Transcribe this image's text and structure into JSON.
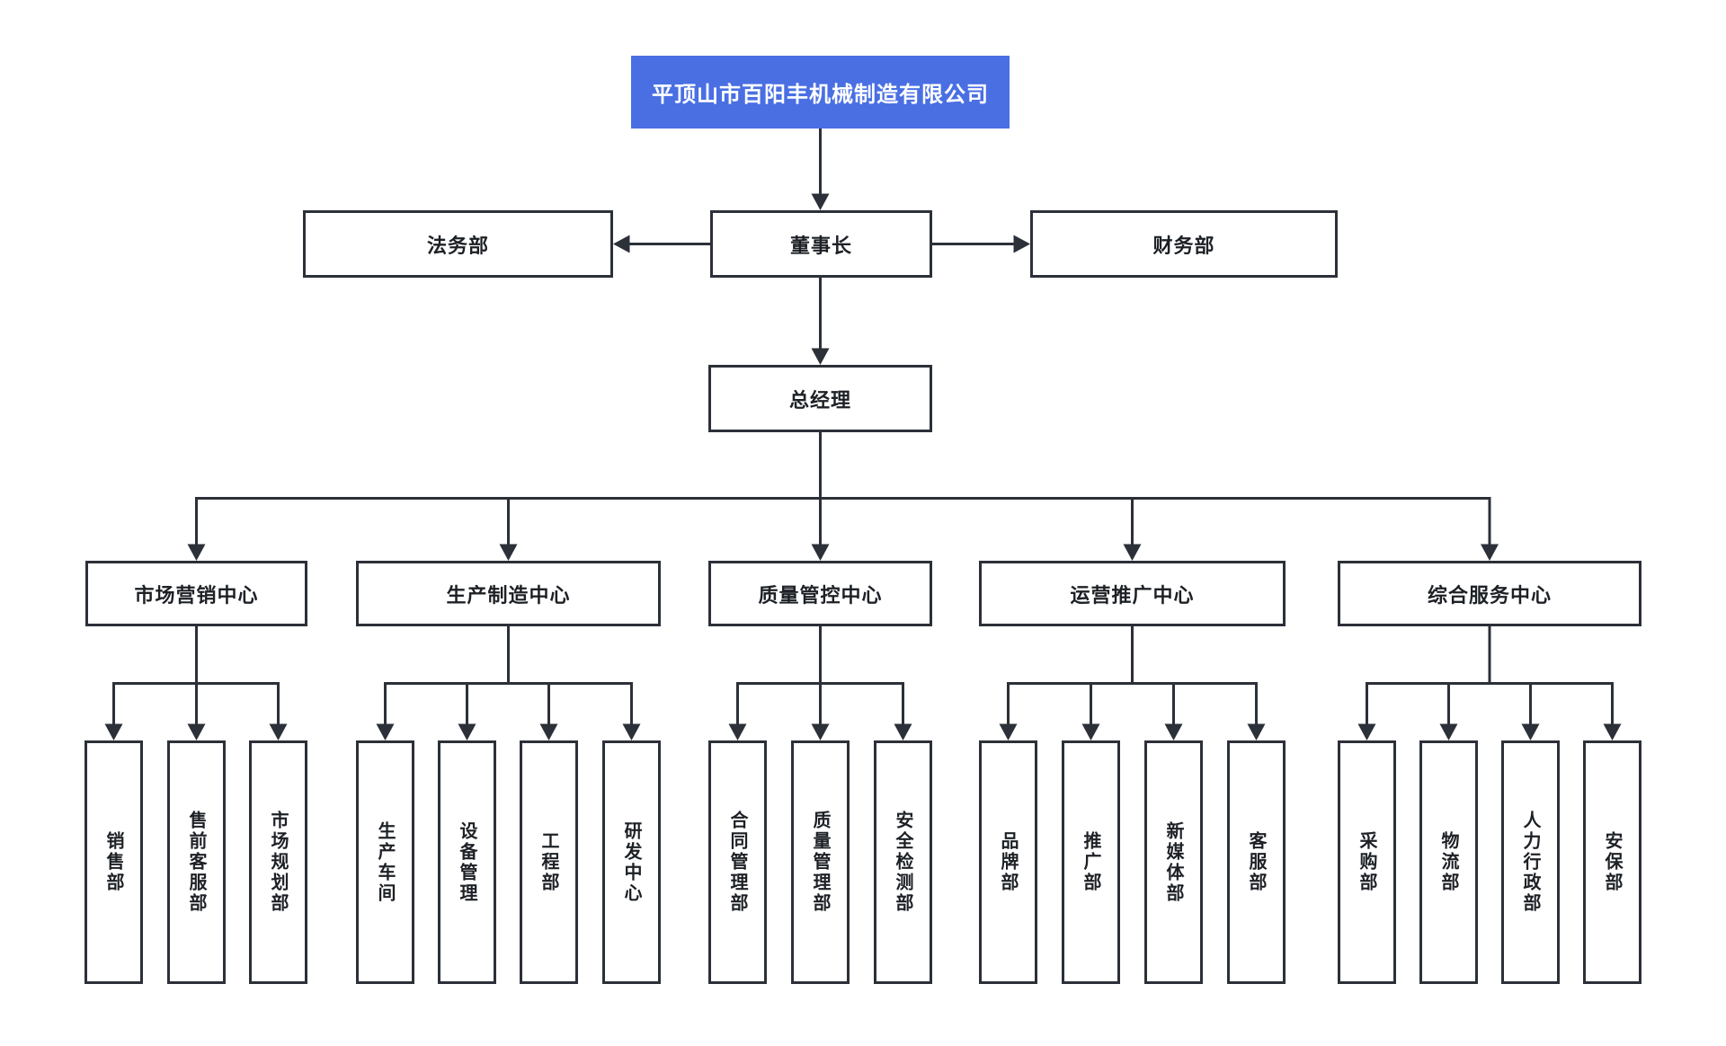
{
  "colors": {
    "root_bg": "#4a6fe3",
    "root_text": "#ffffff",
    "line": "#2c3038",
    "box_border": "#2c3038",
    "text": "#1d2126",
    "canvas_bg": "#ffffff"
  },
  "root": {
    "label": "平顶山市百阳丰机械制造有限公司"
  },
  "level2": {
    "legal": "法务部",
    "chairman": "董事长",
    "finance": "财务部"
  },
  "level3": {
    "general_manager": "总经理"
  },
  "centers": [
    {
      "label": "市场营销中心",
      "departments": [
        "销售部",
        "售前客服部",
        "市场规划部"
      ]
    },
    {
      "label": "生产制造中心",
      "departments": [
        "生产车间",
        "设备管理",
        "工程部",
        "研发中心"
      ]
    },
    {
      "label": "质量管控中心",
      "departments": [
        "合同管理部",
        "质量管理部",
        "安全检测部"
      ]
    },
    {
      "label": "运营推广中心",
      "departments": [
        "品牌部",
        "推广部",
        "新媒体部",
        "客服部"
      ]
    },
    {
      "label": "综合服务中心",
      "departments": [
        "采购部",
        "物流部",
        "人力行政部",
        "安保部"
      ]
    }
  ]
}
